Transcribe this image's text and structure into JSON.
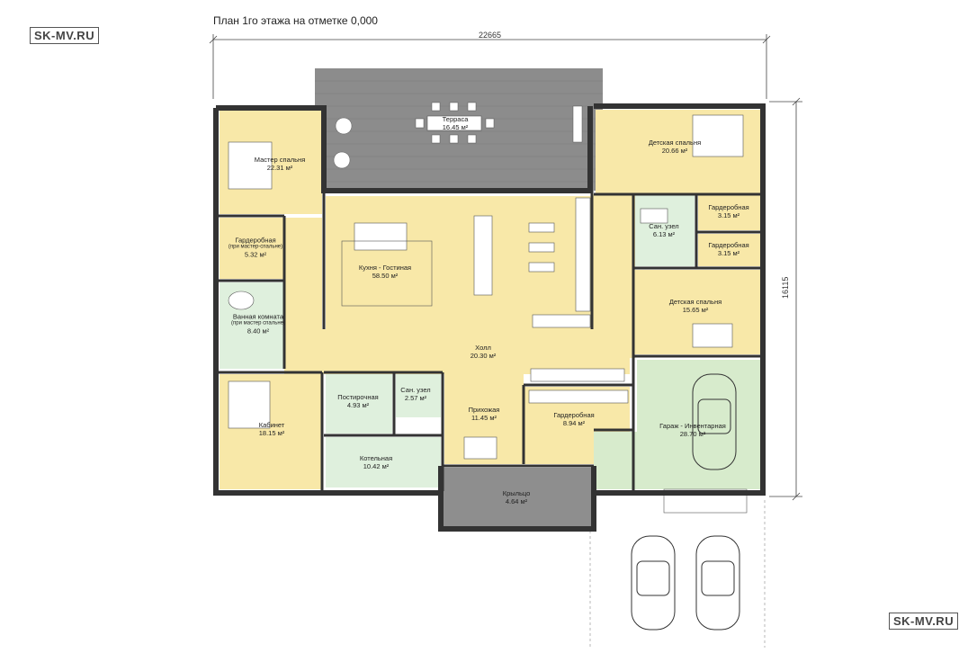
{
  "title": "План 1го этажа на отметке 0,000",
  "watermark_top": "SK-MV.RU",
  "watermark_bottom": "SK-MV.RU",
  "dims": {
    "width": "22665",
    "height": "16115"
  },
  "colors": {
    "living": "#f8e8a8",
    "wet": "#dff0dd",
    "garage": "#d7ebcc",
    "terrace": "#8c8c8c",
    "porch": "#8e8e8e",
    "wall": "#333333"
  },
  "rooms": [
    {
      "id": "terrace",
      "name": "Терраса",
      "area": "16.45 м²",
      "sub": ""
    },
    {
      "id": "master",
      "name": "Мастер спальня",
      "area": "22.31 м²",
      "sub": ""
    },
    {
      "id": "wardrobe1",
      "name": "Гардеробная",
      "area": "5.32 м²",
      "sub": "(при мастер-спальне)"
    },
    {
      "id": "bath",
      "name": "Ванная комната",
      "area": "8.40 м²",
      "sub": "(при мастер спальне)"
    },
    {
      "id": "kitchen",
      "name": "Кухня - Гостиная",
      "area": "58.50 м²",
      "sub": ""
    },
    {
      "id": "hall",
      "name": "Холл",
      "area": "20.30 м²",
      "sub": ""
    },
    {
      "id": "kids1",
      "name": "Детская спальня",
      "area": "20.66 м²",
      "sub": ""
    },
    {
      "id": "wc1",
      "name": "Сан. узел",
      "area": "6.13 м²",
      "sub": ""
    },
    {
      "id": "wardrobe2",
      "name": "Гардеробная",
      "area": "3.15 м²",
      "sub": ""
    },
    {
      "id": "wardrobe3",
      "name": "Гардеробная",
      "area": "3.15 м²",
      "sub": ""
    },
    {
      "id": "kids2",
      "name": "Детская спальня",
      "area": "15.65 м²",
      "sub": ""
    },
    {
      "id": "cabinet",
      "name": "Кабинет",
      "area": "18.15 м²",
      "sub": ""
    },
    {
      "id": "laundry",
      "name": "Постирочная",
      "area": "4.93 м²",
      "sub": ""
    },
    {
      "id": "wc2",
      "name": "Сан. узел",
      "area": "2.57 м²",
      "sub": ""
    },
    {
      "id": "entry",
      "name": "Прихожая",
      "area": "11.45 м²",
      "sub": ""
    },
    {
      "id": "wardrobe4",
      "name": "Гардеробная",
      "area": "8.94 м²",
      "sub": ""
    },
    {
      "id": "boiler",
      "name": "Котельная",
      "area": "10.42 м²",
      "sub": ""
    },
    {
      "id": "garage",
      "name": "Гараж - Инвентарная",
      "area": "28.70 м²",
      "sub": ""
    },
    {
      "id": "porch",
      "name": "Крыльцо",
      "area": "4.64 м²",
      "sub": ""
    }
  ]
}
